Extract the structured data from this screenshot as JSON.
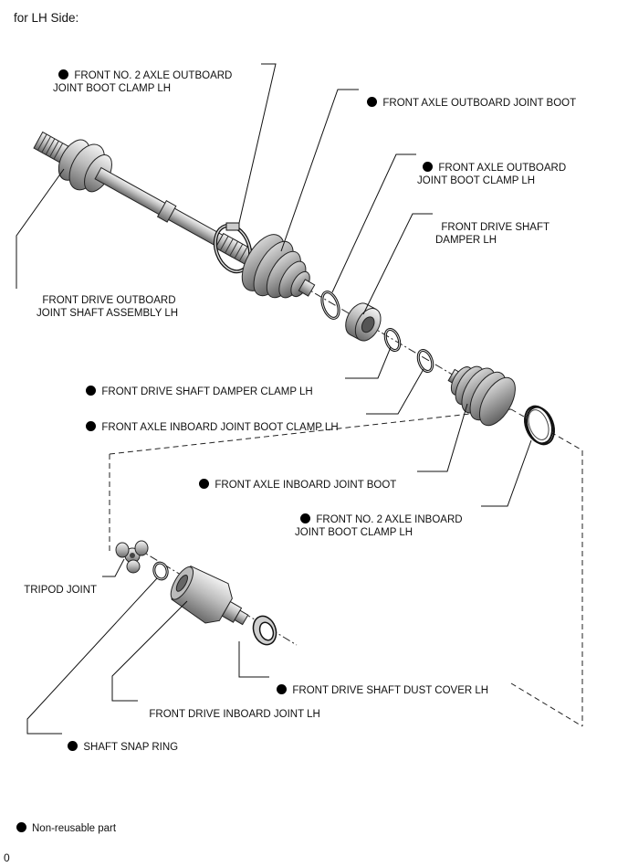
{
  "header": {
    "side_title": "for LH Side:"
  },
  "labels": {
    "outboard_clamp_no2": {
      "text": "FRONT NO. 2 AXLE OUTBOARD\nJOINT BOOT CLAMP LH",
      "non_reusable": true
    },
    "outboard_boot": {
      "text": "FRONT AXLE OUTBOARD JOINT BOOT",
      "non_reusable": true
    },
    "outboard_clamp": {
      "text": "FRONT AXLE OUTBOARD\nJOINT BOOT CLAMP LH",
      "non_reusable": true
    },
    "damper": {
      "text": "FRONT DRIVE SHAFT\nDAMPER LH",
      "non_reusable": false
    },
    "shaft_assembly": {
      "text": "FRONT DRIVE OUTBOARD\nJOINT SHAFT ASSEMBLY LH",
      "non_reusable": false
    },
    "damper_clamp": {
      "text": "FRONT DRIVE SHAFT DAMPER CLAMP LH",
      "non_reusable": true
    },
    "inboard_clamp": {
      "text": "FRONT AXLE INBOARD JOINT BOOT CLAMP LH",
      "non_reusable": true
    },
    "inboard_boot": {
      "text": "FRONT AXLE INBOARD JOINT BOOT",
      "non_reusable": true
    },
    "inboard_clamp_no2": {
      "text": "FRONT NO. 2 AXLE INBOARD\nJOINT BOOT CLAMP LH",
      "non_reusable": true
    },
    "tripod": {
      "text": "TRIPOD JOINT",
      "non_reusable": false
    },
    "dust_cover": {
      "text": "FRONT DRIVE SHAFT DUST COVER LH",
      "non_reusable": true
    },
    "inboard_joint": {
      "text": "FRONT DRIVE INBOARD JOINT LH",
      "non_reusable": false
    },
    "snap_ring": {
      "text": "SHAFT SNAP RING",
      "non_reusable": true
    }
  },
  "legend": {
    "text": "Non-reusable part"
  },
  "page_number": "0"
}
